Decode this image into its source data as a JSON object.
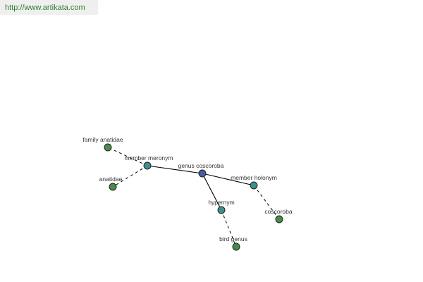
{
  "banner": {
    "url": "http://www.artikata.com"
  },
  "graph": {
    "center": {
      "label": "genus coscoroba",
      "color": "#4a5aa0"
    },
    "relations": [
      {
        "key": "member_meronym",
        "label": "member meronym",
        "color": "#3e8f8f"
      },
      {
        "key": "member_holonym",
        "label": "member holonym",
        "color": "#3e8f8f"
      },
      {
        "key": "hypernym",
        "label": "hypernym",
        "color": "#3e8f8f"
      }
    ],
    "terms": [
      {
        "key": "family_anatidae",
        "label": "family anatidae",
        "relation": "member_meronym",
        "color": "#4a8a4a"
      },
      {
        "key": "anatidae",
        "label": "anatidae",
        "relation": "member_meronym",
        "color": "#4a8a4a"
      },
      {
        "key": "coscoroba",
        "label": "coscoroba",
        "relation": "member_holonym",
        "color": "#4a8a4a"
      },
      {
        "key": "bird_genus",
        "label": "bird genus",
        "relation": "hypernym",
        "color": "#4a8a4a"
      }
    ]
  }
}
